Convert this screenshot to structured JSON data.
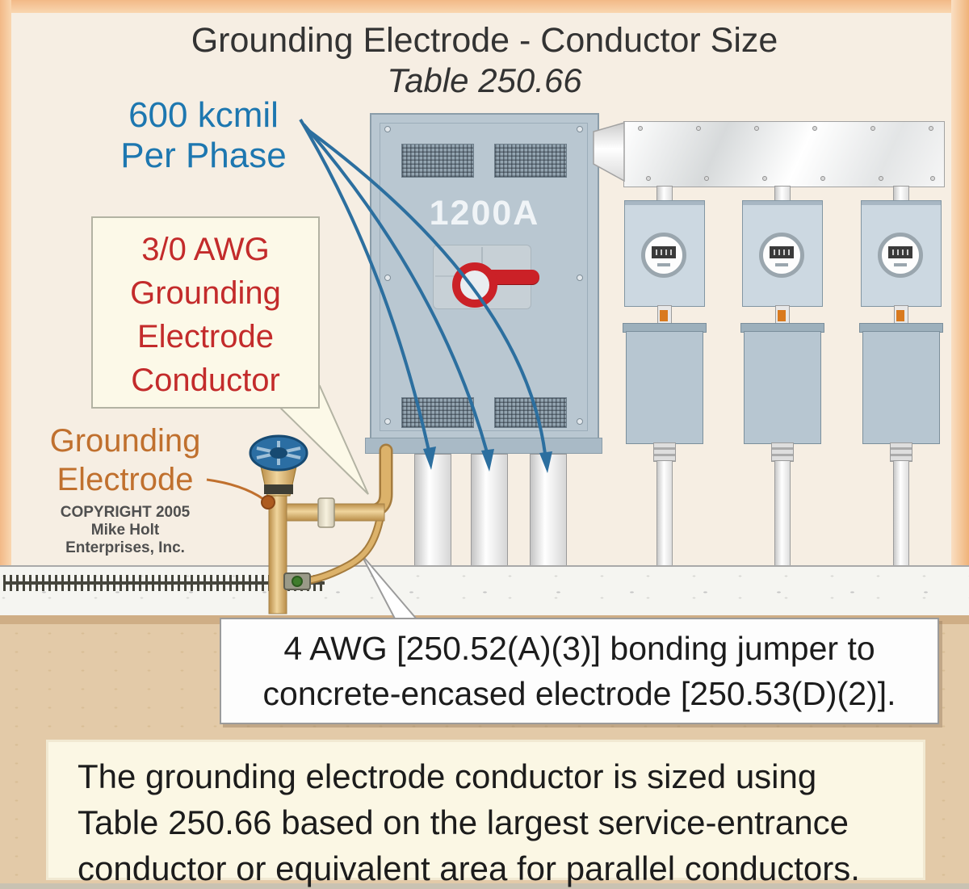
{
  "title": {
    "main": "Grounding Electrode - Conductor Size",
    "sub": "Table 250.66"
  },
  "annotations": {
    "per_phase": {
      "lines": [
        "600 kcmil",
        "Per Phase"
      ]
    },
    "gec_callout": {
      "lines": [
        "3/0 AWG",
        "Grounding",
        "Electrode",
        "Conductor"
      ]
    },
    "grounding_electrode": {
      "lines": [
        "Grounding",
        "Electrode"
      ]
    },
    "copyright": {
      "lines": [
        "COPYRIGHT 2005",
        "Mike Holt",
        "Enterprises, Inc."
      ]
    },
    "bonding_jumper": {
      "lines": [
        "4 AWG [250.52(A)(3)] bonding jumper to",
        "concrete-encased electrode [250.53(D)(2)]."
      ]
    },
    "footer": {
      "lines": [
        "The grounding electrode conductor is sized using",
        "Table 250.66 based on the largest service-entrance",
        "conductor or equivalent area for parallel conductors."
      ]
    }
  },
  "equipment": {
    "main_switch_rating": "1200A"
  },
  "colors": {
    "background_cream": "#f6eee3",
    "frame_peach": "#f2b987",
    "blue_label": "#1d77b0",
    "arrow_blue": "#2c6f9f",
    "red_label": "#c32b2b",
    "orange_label": "#c0702e",
    "panel_gray_blue": "#b9c7d1",
    "handle_red": "#cb2127",
    "pipe_brass": "#d9ae66",
    "soil_tan": "#e3caa8",
    "ivory_callout": "#fcf9e8"
  }
}
